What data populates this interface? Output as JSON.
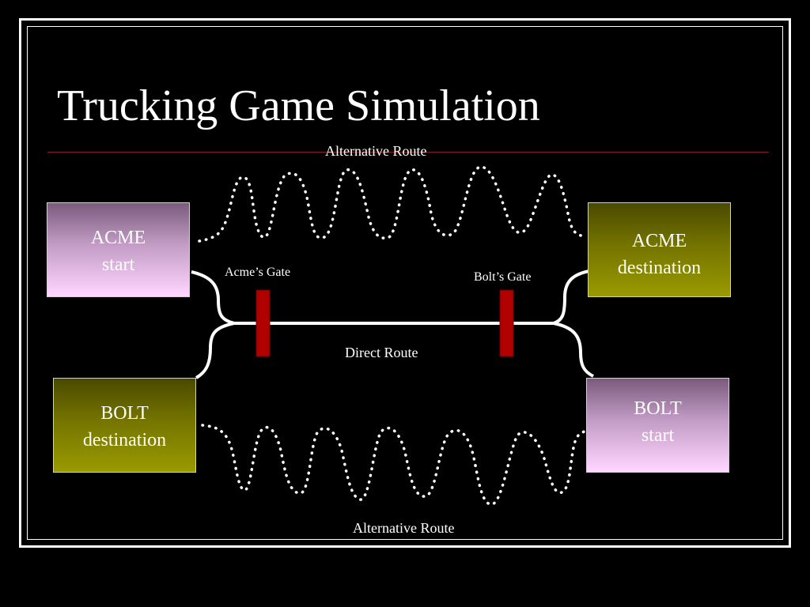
{
  "slide": {
    "title": "Trucking Game Simulation"
  },
  "labels": {
    "alt_route_top": "Alternative Route",
    "alt_route_bottom": "Alternative Route",
    "direct_route": "Direct Route",
    "acme_gate": "Acme’s Gate",
    "bolt_gate": "Bolt’s Gate"
  },
  "boxes": {
    "acme_start": {
      "line1": "ACME",
      "line2": "start"
    },
    "acme_destination": {
      "line1": "ACME",
      "line2": "destination"
    },
    "bolt_destination": {
      "line1": "BOLT",
      "line2": "destination"
    },
    "bolt_start": {
      "line1": "BOLT",
      "line2": "start"
    }
  },
  "colors": {
    "background": "#000000",
    "frame": "#ffffff",
    "title_rule": "#8b1a1a",
    "gate": "#b00000",
    "start_box_top": "#7a5a7d",
    "start_box_bottom": "#ffd6ff",
    "destination_box_top": "#4a4a00",
    "destination_box_bottom": "#9a9a00"
  }
}
